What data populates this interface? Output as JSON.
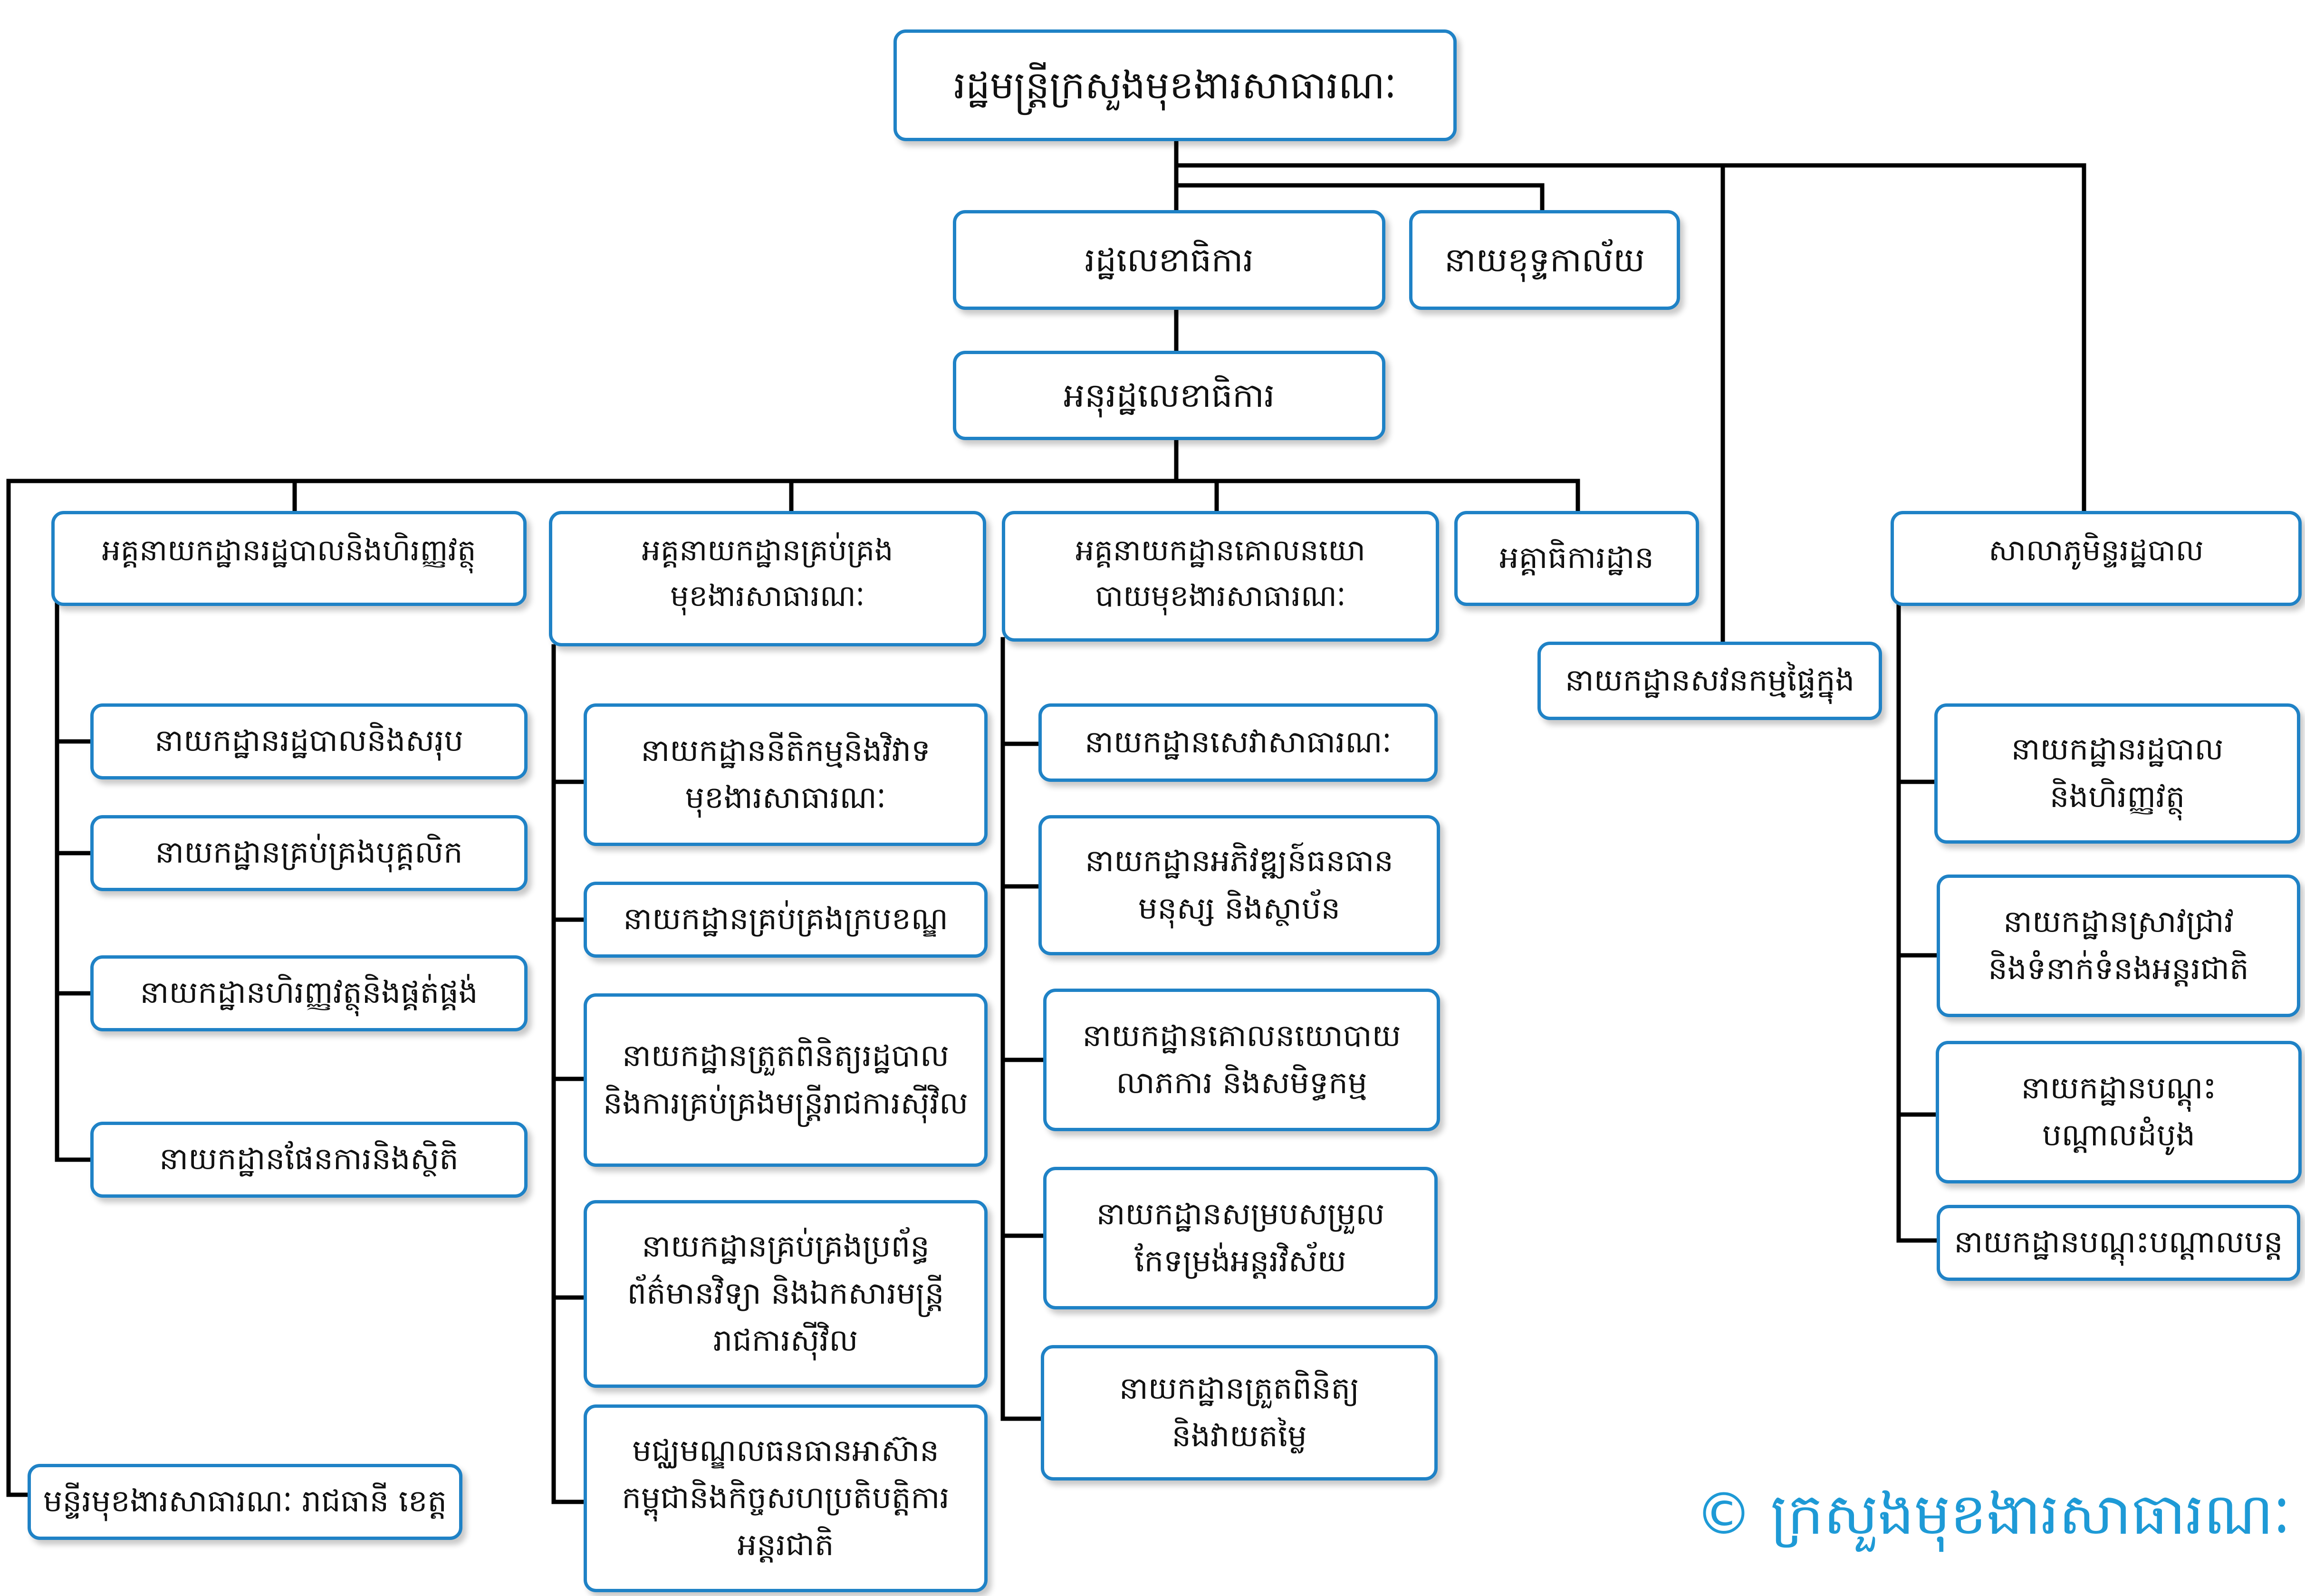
{
  "chart": {
    "minister": "រដ្ឋមន្ត្រីក្រសួងមុខងារសាធារណៈ",
    "secretary_of_state": "រដ្ឋលេខាធិការ",
    "cabinet": "នាយខុទ្ទកាល័យ",
    "undersecretary": "អនុរដ្ឋលេខាធិការ",
    "inspectorate": "អគ្គាធិការដ្ឋាន",
    "internal_audit": "នាយកដ្ឋានសវនកម្មផ្ទៃក្នុង",
    "provincial": "មន្ទីរមុខងារសាធារណៈ រាជធានី ខេត្ត",
    "gd_admin_finance": {
      "title": "អគ្គនាយកដ្ឋានរដ្ឋបាលនិងហិរញ្ញវត្ថុ",
      "depts": [
        "នាយកដ្ឋានរដ្ឋបាលនិងសរុប",
        "នាយកដ្ឋានគ្រប់គ្រងបុគ្គលិក",
        "នាយកដ្ឋានហិរញ្ញវត្ថុនិងផ្គត់ផ្គង់",
        "នាយកដ្ឋានផែនការនិងស្ថិតិ"
      ]
    },
    "gd_management": {
      "title": "អគ្គនាយកដ្ឋានគ្រប់គ្រង\nមុខងារសាធារណៈ",
      "depts": [
        "នាយកដ្ឋាននីតិកម្មនិងវិវាទ\nមុខងារសាធារណៈ",
        "នាយកដ្ឋានគ្រប់គ្រងក្របខណ្ឌ",
        "នាយកដ្ឋានត្រួតពិនិត្យរដ្ឋបាល\nនិងការគ្រប់គ្រងមន្ត្រីរាជការស៊ីវិល",
        "នាយកដ្ឋានគ្រប់គ្រងប្រព័ន្ធ\nព័ត៌មានវិទ្យា និងឯកសារមន្ត្រី\nរាជការស៊ីវិល",
        "មជ្ឈមណ្ឌលធនធានអាស៊ាន\nកម្ពុជានិងកិច្ចសហប្រតិបត្តិការ\nអន្តរជាតិ"
      ]
    },
    "gd_policy": {
      "title": "អគ្គនាយកដ្ឋានគោលនយោ\nបាយមុខងារសាធារណៈ",
      "depts": [
        "នាយកដ្ឋានសេវាសាធារណៈ",
        "នាយកដ្ឋានអភិវឌ្ឍន៍ធនធាន\nមនុស្ស និងស្ថាប័ន",
        "នាយកដ្ឋានគោលនយោបាយ\nលាភការ និងសមិទ្ធកម្ម",
        "នាយកដ្ឋានសម្របសម្រួល\nកែទម្រង់អន្តរវិស័យ",
        "នាយកដ្ឋានត្រួតពិនិត្យ\nនិងវាយតម្លៃ"
      ]
    },
    "school": {
      "title": "សាលាភូមិន្ទរដ្ឋបាល",
      "depts": [
        "នាយកដ្ឋានរដ្ឋបាល\nនិងហិរញ្ញវត្ថុ",
        "នាយកដ្ឋានស្រាវជ្រាវ\nនិងទំនាក់ទំនងអន្តរជាតិ",
        "នាយកដ្ឋានបណ្តុះ\nបណ្តាលដំបូង",
        "នាយកដ្ឋានបណ្តុះបណ្តាលបន្ត"
      ]
    }
  },
  "copyright": "© ក្រសួងមុខងារសាធារណៈ",
  "colors": {
    "border": "#1f82c6",
    "line": "#000000",
    "copyright": "#1e9ad6"
  }
}
